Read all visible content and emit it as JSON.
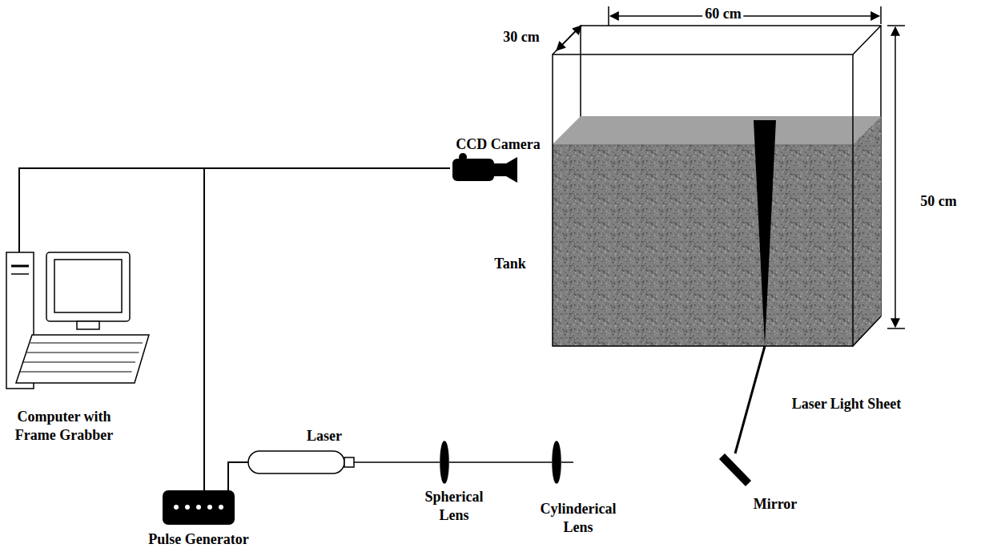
{
  "diagram": {
    "nodes": [
      {
        "text": [
          "CCD Camera"
        ]
      },
      {
        "text": [
          "Tank"
        ]
      },
      {
        "text": [
          "Computer with Frame Grabber"
        ]
      },
      {
        "text": [
          "Laser"
        ]
      },
      {
        "text": [
          "Spherical Lens"
        ]
      },
      {
        "text": [
          "Cylinderical Lens"
        ]
      },
      {
        "text": [
          "Mirror"
        ]
      },
      {
        "text": [
          "Pulse Generator"
        ]
      }
    ],
    "edges": [
      {
        "from": 2,
        "to": 0,
        "arrow": "none"
      },
      {
        "from": 7,
        "to": 0,
        "arrow": "none"
      },
      {
        "from": 7,
        "to": 3,
        "arrow": "none"
      },
      {
        "from": 3,
        "to": 4,
        "arrow": "none"
      },
      {
        "from": 4,
        "to": 5,
        "arrow": "none"
      },
      {
        "from": 5,
        "to": 6,
        "arrow": "none"
      },
      {
        "from": 6,
        "to": 1,
        "arrow": "none"
      }
    ],
    "labels": [
      "30 cm",
      "60 cm",
      "50 cm",
      "Laser Light Sheet"
    ]
  }
}
